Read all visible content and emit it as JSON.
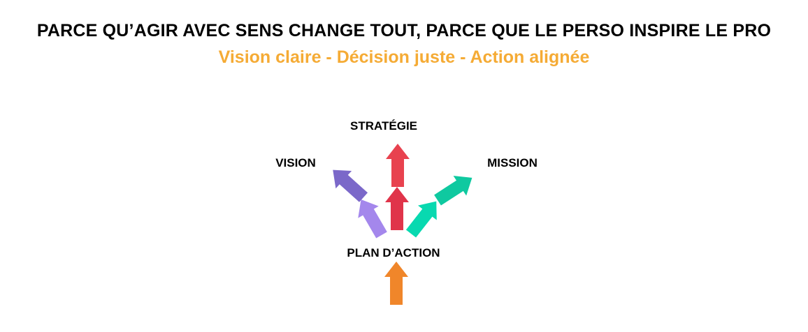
{
  "header": {
    "title": "PARCE QU’AGIR AVEC SENS CHANGE TOUT, PARCE QUE LE PERSO INSPIRE LE PRO",
    "subtitle": "Vision claire - Décision juste - Action alignée"
  },
  "diagram": {
    "labels": {
      "strategy": "STRATÉGIE",
      "vision": "VISION",
      "mission": "MISSION",
      "action_plan": "PLAN D’ACTION"
    },
    "colors": {
      "red": "#e8424f",
      "purple_dark": "#7b68c9",
      "purple_light": "#a487ec",
      "teal": "#08d9b0",
      "teal_dark": "#0fc9a0",
      "orange": "#f0862a",
      "subtitle": "#f5ab35"
    }
  }
}
